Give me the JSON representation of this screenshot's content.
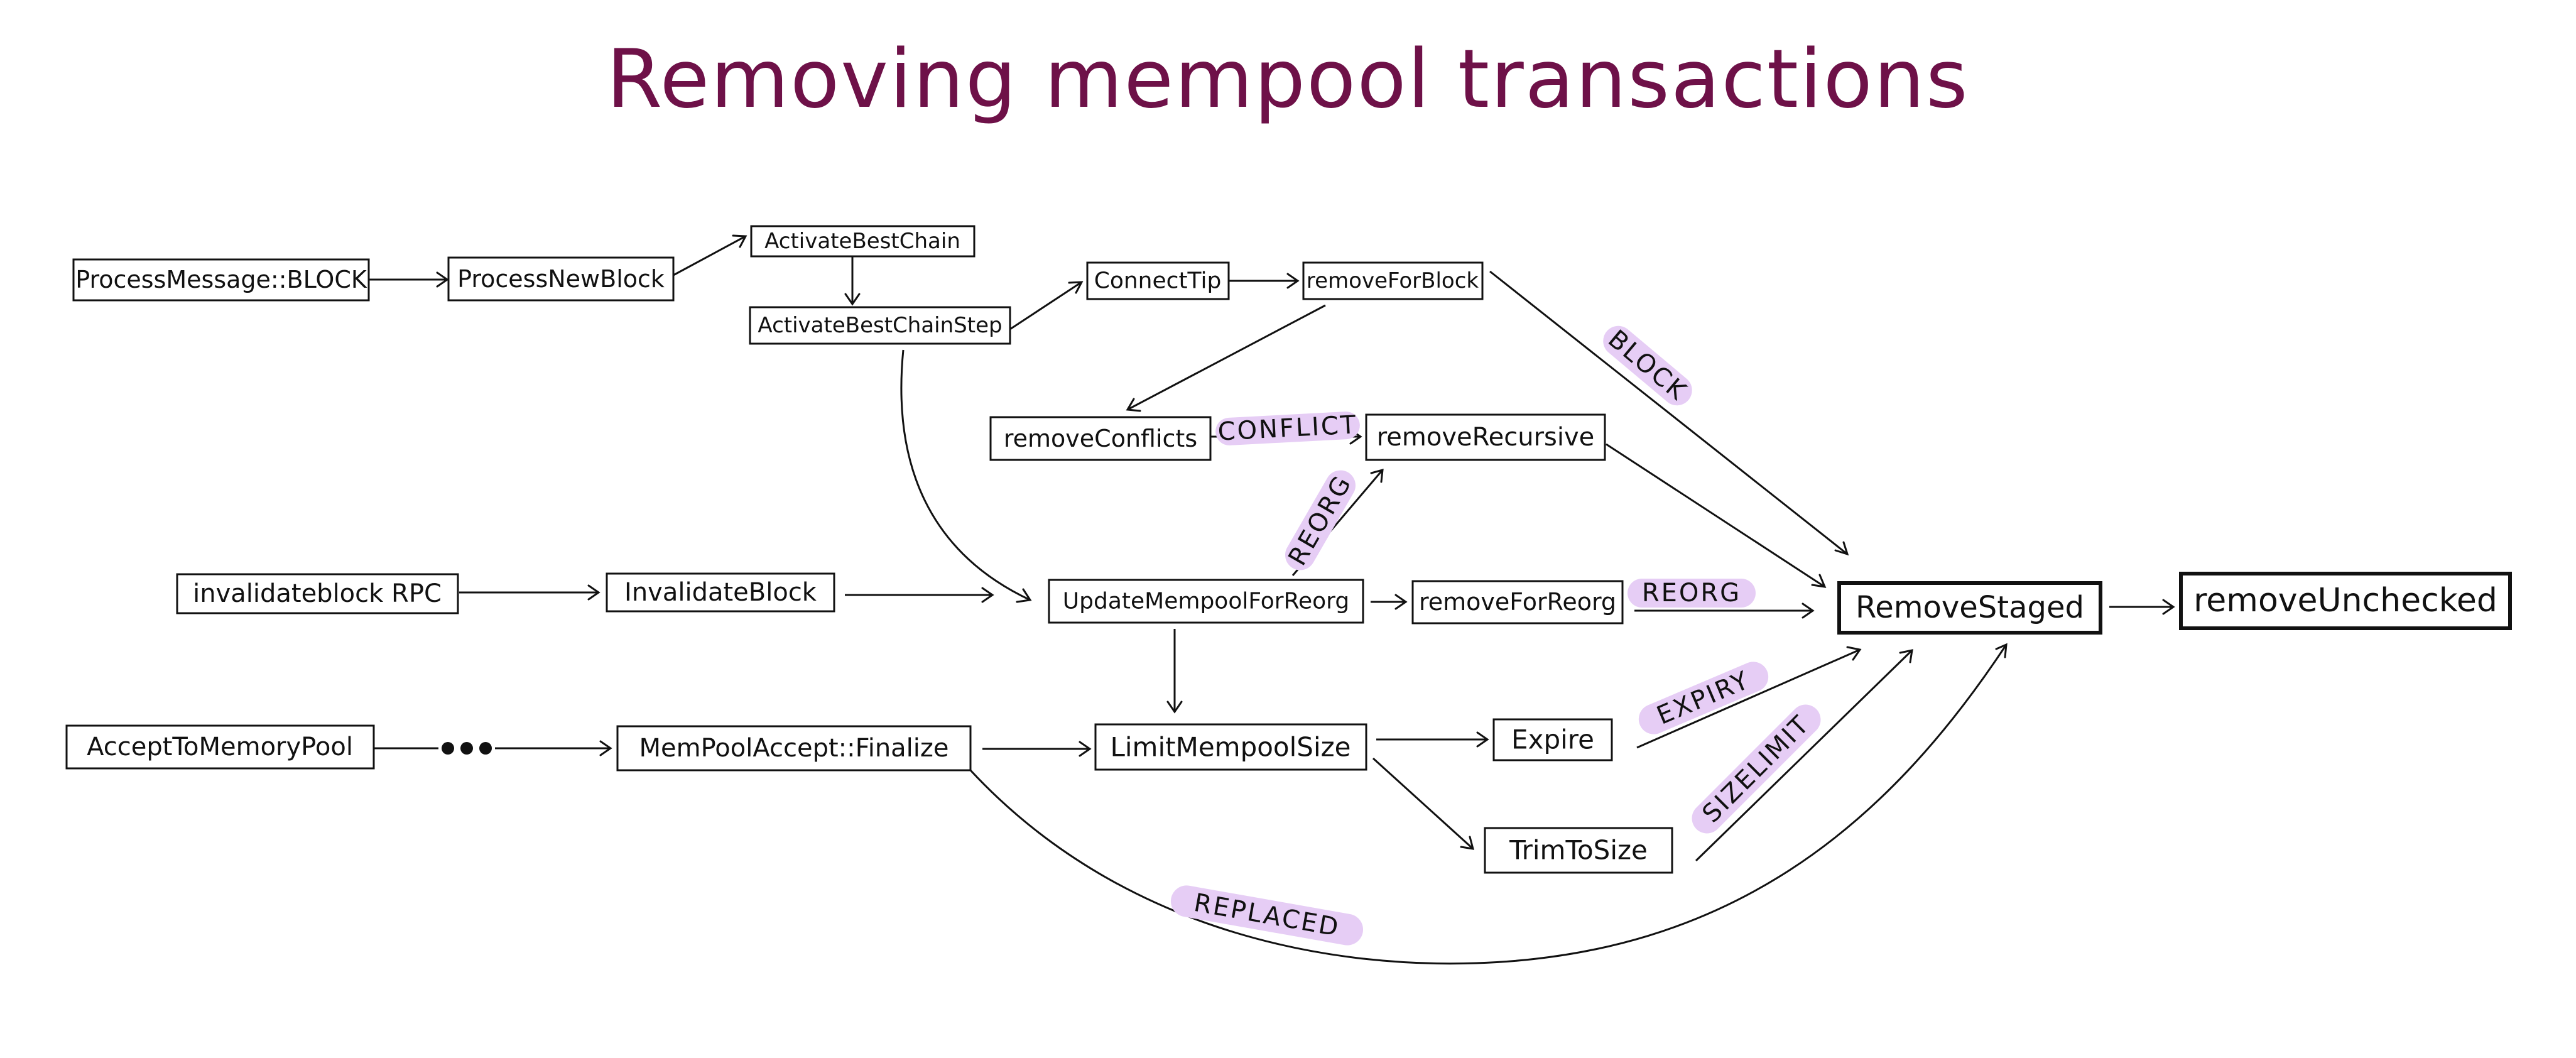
{
  "title": "Removing mempool transactions",
  "colors": {
    "title": "#6e1148",
    "highlight": "#e6cdf5",
    "stroke": "#111111"
  },
  "nodes": {
    "processmessage_block": "ProcessMessage::BLOCK",
    "process_new_block": "ProcessNewBlock",
    "activate_best_chain": "ActivateBestChain",
    "activate_best_chain_step": "ActivateBestChainStep",
    "connect_tip": "ConnectTip",
    "remove_for_block": "removeForBlock",
    "remove_conflicts": "removeConflicts",
    "remove_recursive": "removeRecursive",
    "invalidateblock_rpc": "invalidateblock RPC",
    "invalidate_block": "InvalidateBlock",
    "update_mempool_for_reorg": "UpdateMempoolForReorg",
    "remove_for_reorg": "removeForReorg",
    "accept_to_memory_pool": "AcceptToMemoryPool",
    "mempool_accept_finalize": "MemPoolAccept::Finalize",
    "limit_mempool_size": "LimitMempoolSize",
    "expire": "Expire",
    "trim_to_size": "TrimToSize",
    "remove_staged": "RemoveStaged",
    "remove_unchecked": "removeUnchecked"
  },
  "edge_labels": {
    "block": "BLOCK",
    "conflict": "CONFLICT",
    "reorg_recursive": "REORG",
    "reorg_staged": "REORG",
    "expiry": "EXPIRY",
    "sizelimit": "SIZELIMIT",
    "replaced": "REPLACED"
  }
}
